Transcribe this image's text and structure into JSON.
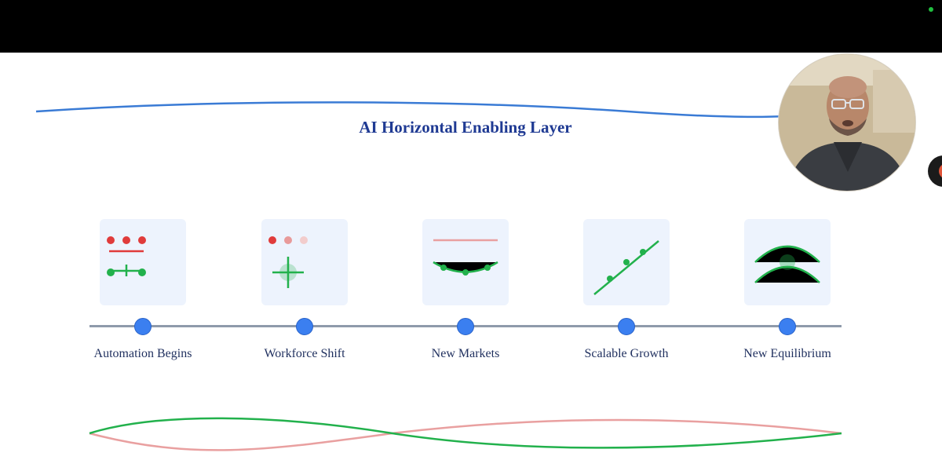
{
  "slide": {
    "title": "AI Horizontal Enabling Layer",
    "stages": [
      {
        "label": "Automation Begins",
        "icon": "automation-icon"
      },
      {
        "label": "Workforce Shift",
        "icon": "workforce-shift-icon"
      },
      {
        "label": "New Markets",
        "icon": "new-markets-icon"
      },
      {
        "label": "Scalable Growth",
        "icon": "scalable-growth-icon"
      },
      {
        "label": "New Equilibrium",
        "icon": "new-equilibrium-icon"
      }
    ]
  },
  "colors": {
    "title": "#1f3a93",
    "accent_blue": "#3b7ff0",
    "accent_green": "#22b14c",
    "accent_red": "#e03b3b",
    "card_bg": "#edf3fd",
    "timeline": "#8e9aab"
  }
}
